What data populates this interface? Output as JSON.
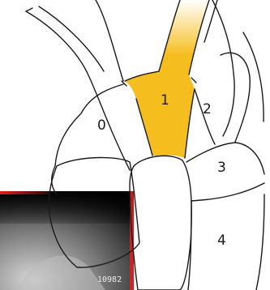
{
  "diagram": {
    "regions": [
      {
        "id": "0",
        "label": "0",
        "filled": false
      },
      {
        "id": "1",
        "label": "1",
        "filled": true
      },
      {
        "id": "2",
        "label": "2",
        "filled": false
      },
      {
        "id": "3",
        "label": "3",
        "filled": false
      },
      {
        "id": "4",
        "label": "4",
        "filled": false
      }
    ],
    "highlight_color": "#F5BE1E",
    "line_color": "#1a1a1a",
    "photo_inset": {
      "overlay_text": "10982"
    }
  }
}
